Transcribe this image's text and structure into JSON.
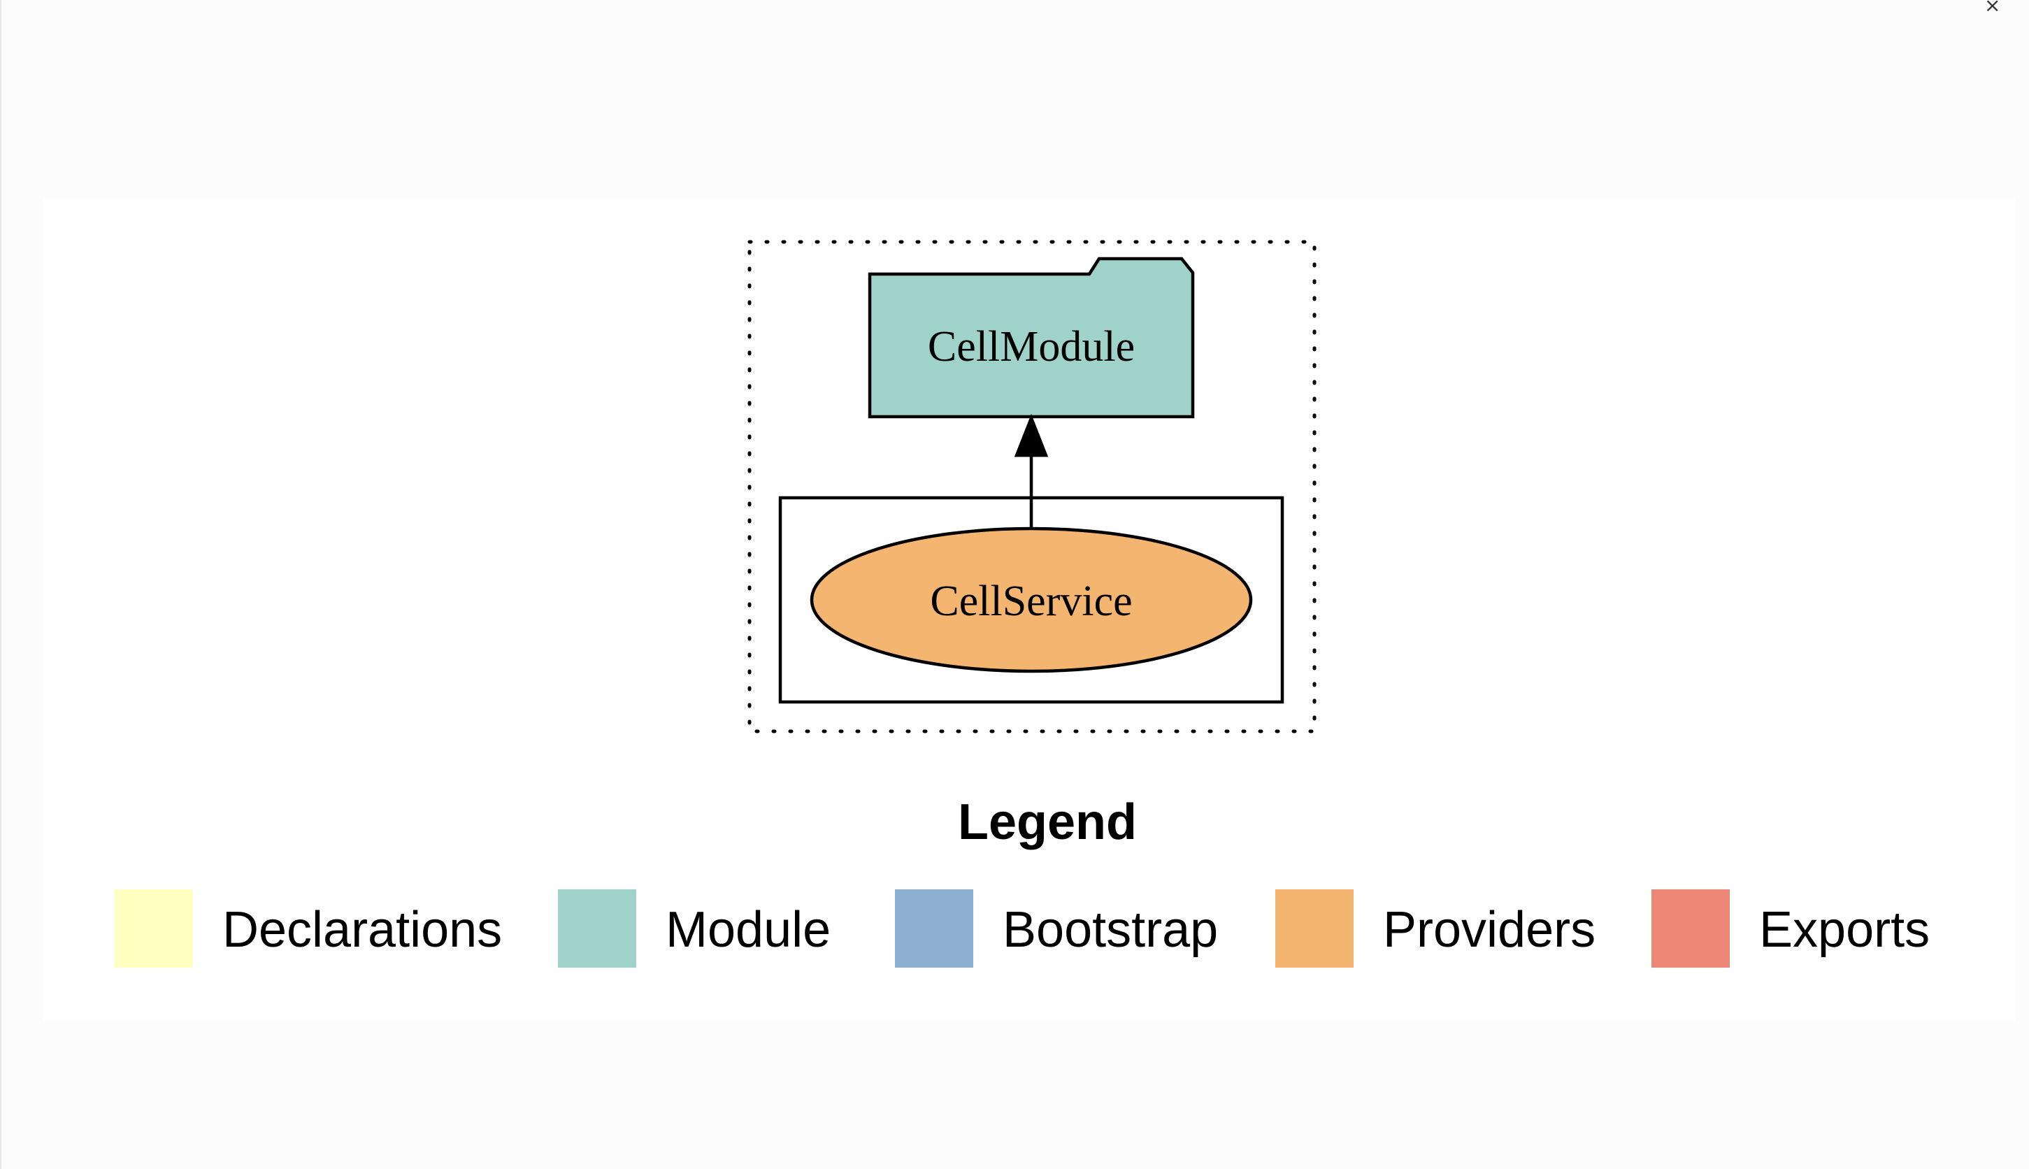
{
  "window": {
    "close_glyph": "×"
  },
  "diagram": {
    "nodes": {
      "module": {
        "label": "CellModule",
        "color": "#9fd2c8"
      },
      "provider": {
        "label": "CellService",
        "color": "#f3b56f"
      }
    },
    "edge_color": "#000000"
  },
  "legend": {
    "title": "Legend",
    "items": [
      {
        "label": "Declarations",
        "color": "#ffffbf"
      },
      {
        "label": "Module",
        "color": "#9fd2c8"
      },
      {
        "label": "Bootstrap",
        "color": "#8cafd1"
      },
      {
        "label": "Providers",
        "color": "#f3b56f"
      },
      {
        "label": "Exports",
        "color": "#ec8775"
      }
    ]
  }
}
